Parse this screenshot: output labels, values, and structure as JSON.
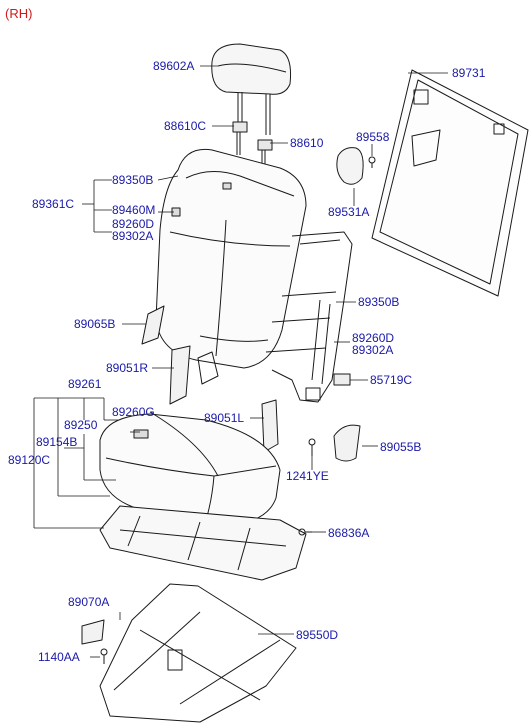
{
  "header": {
    "side_label": "(RH)"
  },
  "callouts": {
    "c89602A": "89602A",
    "c88610C": "88610C",
    "c88610": "88610",
    "c89350B_top": "89350B",
    "c89361C": "89361C",
    "c89460M": "89460M",
    "c89260D_top": "89260D",
    "c89302A_top": "89302A",
    "c89731": "89731",
    "c89558": "89558",
    "c89531A": "89531A",
    "c89350B_mid": "89350B",
    "c89065B": "89065B",
    "c89260D_mid": "89260D",
    "c89302A_mid": "89302A",
    "c89051R": "89051R",
    "c85719C": "85719C",
    "c89261": "89261",
    "c89260G": "89260G",
    "c89051L": "89051L",
    "c89250": "89250",
    "c89154B": "89154B",
    "c89120C": "89120C",
    "c89055B": "89055B",
    "c1241YE": "1241YE",
    "c86836A": "86836A",
    "c89070A": "89070A",
    "c89550D": "89550D",
    "c1140AA": "1140AA"
  }
}
